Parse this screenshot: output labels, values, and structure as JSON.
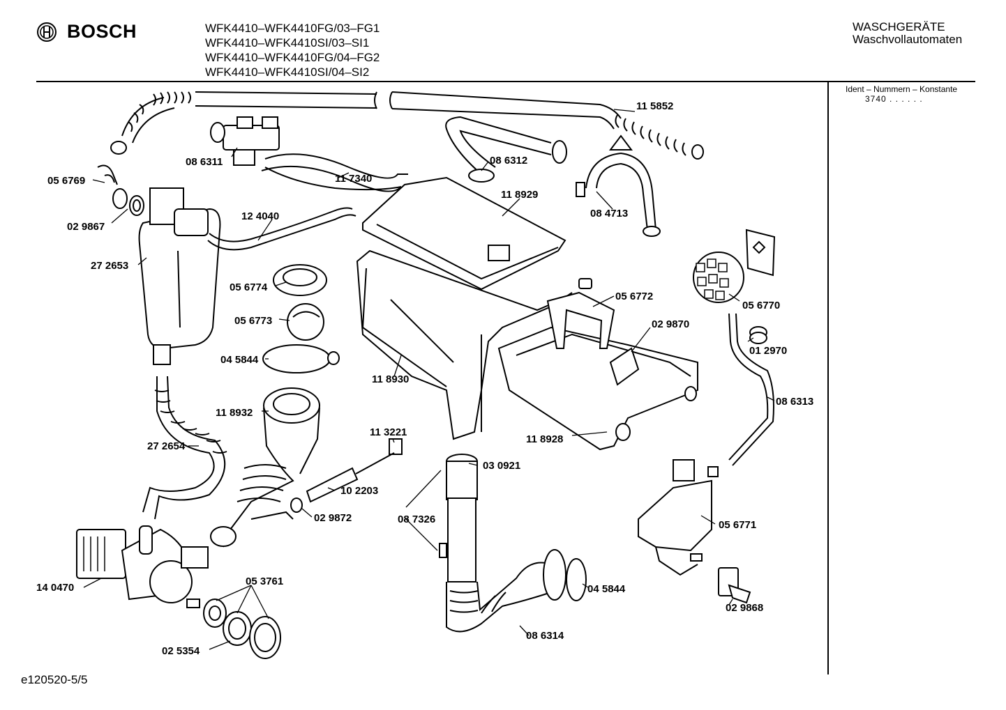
{
  "header": {
    "brand": "BOSCH",
    "models": [
      "WFK4410–WFK4410FG/03–FG1",
      "WFK4410–WFK4410SI/03–SI1",
      "WFK4410–WFK4410FG/04–FG2",
      "WFK4410–WFK4410SI/04–SI2"
    ],
    "category": "WASCHGERÄTE",
    "subcategory": "Waschvollautomaten"
  },
  "sidebar": {
    "ident_title": "Ident – Nummern – Konstante",
    "ident_value": "3740 . . . . . ."
  },
  "footer": {
    "doc_code": "e120520-5/5"
  },
  "parts": [
    "11 5852",
    "08 6311",
    "08 6312",
    "11 7340",
    "05 6769",
    "11 8929",
    "08 4713",
    "02 9867",
    "12 4040",
    "27 2653",
    "05 6774",
    "05 6772",
    "05 6770",
    "05 6773",
    "02 9870",
    "01 2970",
    "04 5844",
    "11 8930",
    "08 6313",
    "11 8932",
    "11 3221",
    "11 8928",
    "27 2654",
    "03 0921",
    "10 2203",
    "02 9872",
    "08 7326",
    "05 6771",
    "14 0470",
    "05 3761",
    "04 5844",
    "02 9868",
    "02 5354",
    "08 6314"
  ]
}
